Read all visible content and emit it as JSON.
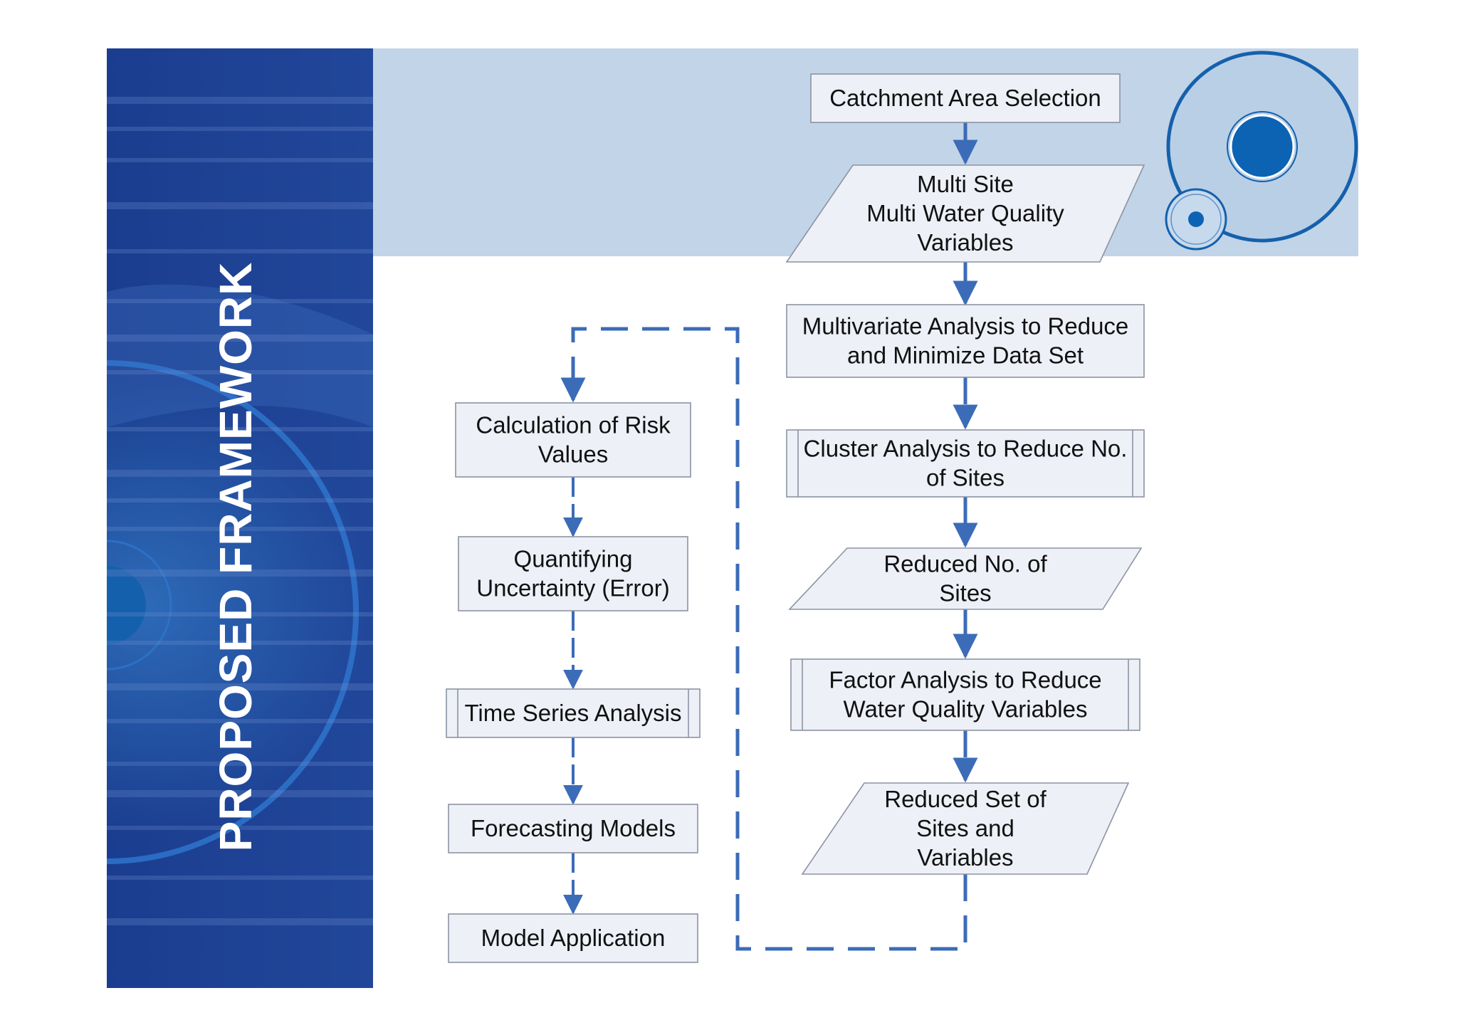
{
  "slide": {
    "title": "PROPOSED FRAMEWORK"
  },
  "colors": {
    "sidebar": "#1a3a8a",
    "header_band": "#c2d4e7",
    "box_fill": "#edf0f7",
    "box_stroke": "#8c93a2",
    "arrow": "#3c6cb8",
    "accent_circle": "#1560ac"
  },
  "flow": {
    "main": [
      {
        "id": "catchment",
        "lines": [
          "Catchment Area Selection"
        ],
        "shape": "rect"
      },
      {
        "id": "multi-site",
        "lines": [
          "Multi Site",
          "Multi Water Quality",
          "Variables"
        ],
        "shape": "parallelogram"
      },
      {
        "id": "multivariate",
        "lines": [
          "Multivariate Analysis to Reduce",
          "and Minimize Data Set"
        ],
        "shape": "rect"
      },
      {
        "id": "cluster",
        "lines": [
          "Cluster Analysis to Reduce No.",
          "of Sites"
        ],
        "shape": "process"
      },
      {
        "id": "reduced-sites",
        "lines": [
          "Reduced No. of",
          "Sites"
        ],
        "shape": "parallelogram"
      },
      {
        "id": "factor",
        "lines": [
          "Factor Analysis to Reduce",
          "Water Quality Variables"
        ],
        "shape": "process"
      },
      {
        "id": "reduced-set",
        "lines": [
          "Reduced Set of",
          "Sites and",
          "Variables"
        ],
        "shape": "parallelogram"
      }
    ],
    "secondary": [
      {
        "id": "risk",
        "lines": [
          "Calculation of Risk",
          "Values"
        ],
        "shape": "rect"
      },
      {
        "id": "uncertainty",
        "lines": [
          "Quantifying",
          "Uncertainty (Error)"
        ],
        "shape": "rect"
      },
      {
        "id": "time-series",
        "lines": [
          "Time Series Analysis"
        ],
        "shape": "process"
      },
      {
        "id": "forecasting",
        "lines": [
          "Forecasting Models"
        ],
        "shape": "rect"
      },
      {
        "id": "application",
        "lines": [
          "Model Application"
        ],
        "shape": "rect"
      }
    ]
  }
}
